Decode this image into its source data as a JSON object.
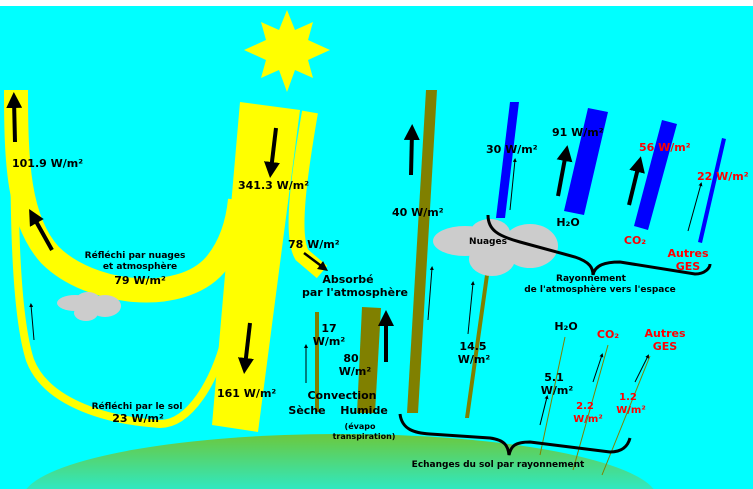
{
  "colors": {
    "sky": "#00ffff",
    "solar": "#ffff00",
    "convection": "#808000",
    "atmos_rad": "#0000ff",
    "ground": "#66cc44",
    "cloud": "#cccccc",
    "ges": "#ff0000"
  },
  "solar": {
    "incoming": "341.3 W/m²",
    "reflected_total": "101.9 W/m²",
    "reflected_clouds_label": "Réfléchi par nuages",
    "reflected_clouds_label2": "et atmosphère",
    "reflected_clouds": "79 W/m²",
    "reflected_ground_label": "Réfléchi par le sol",
    "reflected_ground": "23 W/m²",
    "absorbed_atmos": "78 W/m²",
    "absorbed_label": "Absorbé",
    "absorbed_label2": "par l'atmosphère",
    "absorbed_ground": "161 W/m²"
  },
  "convection": {
    "dry_value": "17",
    "dry_unit": "W/m²",
    "wet_value": "80",
    "wet_unit": "W/m²",
    "title": "Convection",
    "dry_label": "Sèche",
    "wet_label": "Humide",
    "wet_sub1": "(évapo",
    "wet_sub2": "transpiration)"
  },
  "window": {
    "value": "40 W/m²"
  },
  "clouds": {
    "label": "Nuages",
    "value": "30 W/m²",
    "ground_value": "14.5",
    "ground_unit": "W/m²"
  },
  "atmos": {
    "h2o_value": "91 W/m²",
    "h2o_label": "H₂O",
    "co2_value": "56 W/m²",
    "co2_label": "CO₂",
    "other_value": "22 W/m²",
    "other_label1": "Autres",
    "other_label2": "GES",
    "brace_label1": "Rayonnement",
    "brace_label2": "de l'atmosphère vers l'espace"
  },
  "ground_rad": {
    "h2o_label": "H₂O",
    "h2o_value": "5.1",
    "h2o_unit": "W/m²",
    "co2_label": "CO₂",
    "co2_value": "2.2",
    "co2_unit": "W/m²",
    "other_label1": "Autres",
    "other_label2": "GES",
    "other_value": "1.2",
    "other_unit": "W/m²",
    "brace_label": "Echanges du sol par rayonnement"
  }
}
